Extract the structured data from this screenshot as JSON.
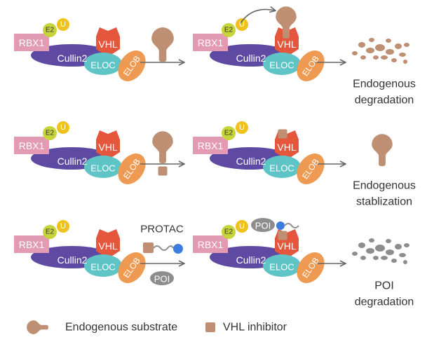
{
  "colors": {
    "rbx1": "#e39ab3",
    "e2": "#c7d43a",
    "u": "#f0c21c",
    "cullin2": "#5e4aa3",
    "vhl": "#e4573d",
    "eloc": "#5ec4c6",
    "elob": "#ee9a52",
    "substrate": "#bf8f74",
    "inhibitor": "#bf8f74",
    "poi": "#8d8d8d",
    "linker": "#8d8d8d",
    "vhl_ligand": "#3d7de0",
    "arrow": "#666666",
    "text": "#333333"
  },
  "complex": {
    "rbx1": "RBX1",
    "e2": "E2",
    "u": "U",
    "cullin2": "Cullin2",
    "vhl": "VHL",
    "eloc": "ELOC",
    "elob": "ELOB"
  },
  "rows": [
    {
      "outcome": [
        "Endogenous",
        "degradation"
      ]
    },
    {
      "outcome": [
        "Endogenous",
        "stablization"
      ]
    },
    {
      "outcome": [
        "POI",
        "degradation"
      ]
    }
  ],
  "protac": {
    "label": "PROTAC",
    "poi": "POI"
  },
  "legend": {
    "substrate": "Endogenous substrate",
    "inhibitor": "VHL inhibitor"
  }
}
